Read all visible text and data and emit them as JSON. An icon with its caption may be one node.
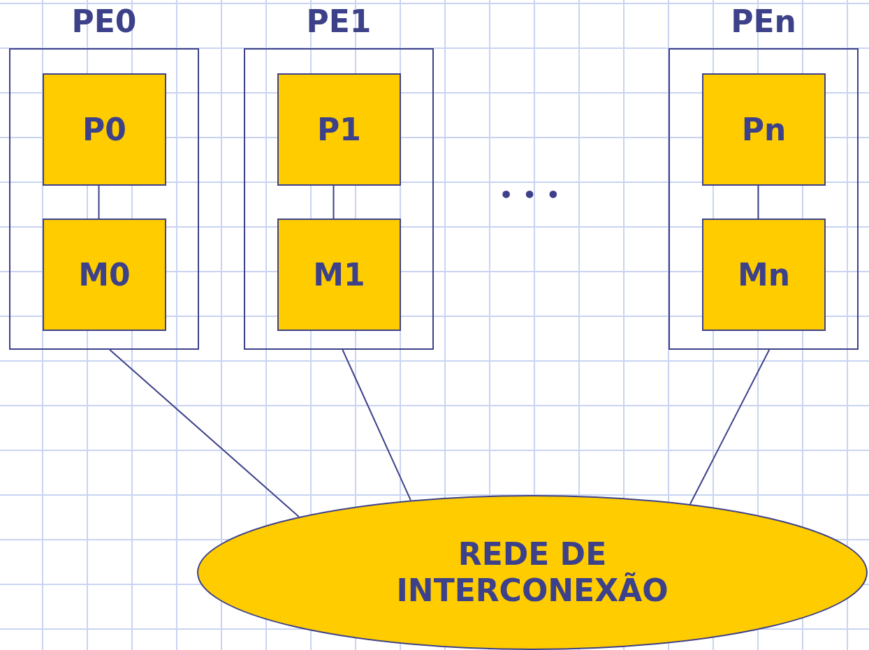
{
  "diagram": {
    "nodes": [
      {
        "text": [
          "PE0"
        ]
      },
      {
        "text": [
          "P0"
        ],
        "in": 0
      },
      {
        "text": [
          "M0"
        ],
        "in": 0
      },
      {
        "text": [
          "PE1"
        ]
      },
      {
        "text": [
          "P1"
        ],
        "in": 3
      },
      {
        "text": [
          "M1"
        ],
        "in": 3
      },
      {
        "text": [
          "PEn"
        ]
      },
      {
        "text": [
          "Pn"
        ],
        "in": 6
      },
      {
        "text": [
          "Mn"
        ],
        "in": 6
      },
      {
        "text": [
          "REDE DE INTERCONEXÃO"
        ]
      }
    ],
    "edges": [
      {
        "from": 1,
        "to": 2,
        "arrow": "none"
      },
      {
        "from": 4,
        "to": 5,
        "arrow": "none"
      },
      {
        "from": 7,
        "to": 8,
        "arrow": "none"
      },
      {
        "from": 0,
        "to": 9,
        "arrow": "none"
      },
      {
        "from": 3,
        "to": 9,
        "arrow": "none"
      },
      {
        "from": 6,
        "to": 9,
        "arrow": "none"
      }
    ],
    "labels": [
      "• • •"
    ]
  }
}
